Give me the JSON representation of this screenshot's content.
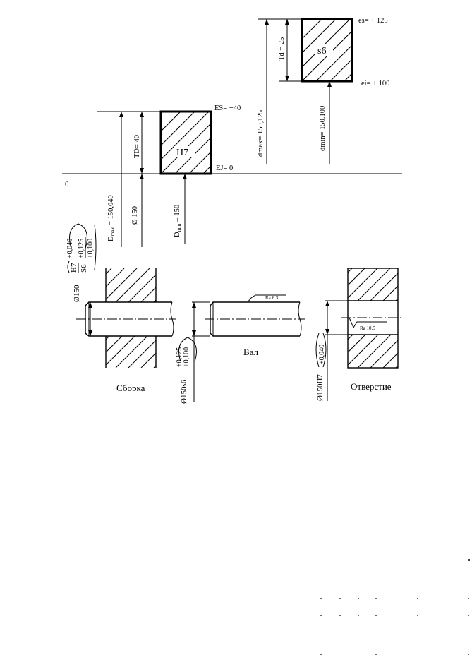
{
  "tolerance_diagram": {
    "zero_line_label": "0",
    "hole": {
      "field": "H7",
      "upper_deviation": "ES= +40",
      "lower_deviation": "EJ= 0",
      "tolerance": "TD= 40",
      "max_size": "D",
      "max_size_sub": "max",
      "max_size_value": " = 150,040",
      "min_size": "D",
      "min_size_sub": "min",
      "min_size_value": " = 150",
      "nominal": "Ø 150"
    },
    "shaft": {
      "field": "s6",
      "upper_deviation": "es= + 125",
      "lower_deviation": "ei= + 100",
      "tolerance": "Td = 25",
      "max_size": "dmax= 150,125",
      "min_size": "dmin= 150.100"
    }
  },
  "drawings": {
    "assembly": {
      "caption": "Сборка",
      "dimension": "Ø150",
      "fit_numerator": "H7",
      "fit_denominator": "S6",
      "hole_dev_upper": "+0,040",
      "shaft_dev_upper": "+0,125",
      "shaft_dev_lower": "+0,100"
    },
    "shaft": {
      "caption": "Вал",
      "roughness": "Ra 6.3",
      "dimension": "Ø150s6",
      "dev_upper": "+0,125",
      "dev_lower": "+0,100"
    },
    "hole": {
      "caption": "Отверстие",
      "roughness": "Ra 10.5",
      "dimension": "Ø150H7",
      "dev_upper": "+0,040"
    }
  }
}
